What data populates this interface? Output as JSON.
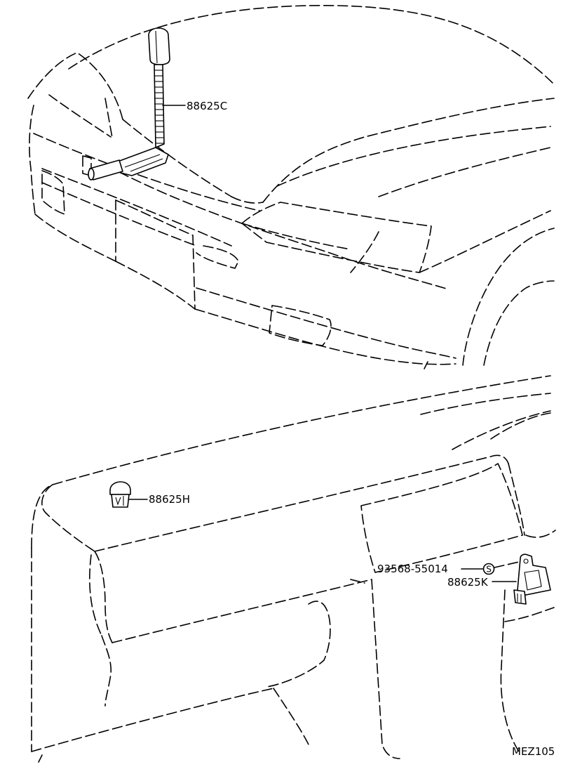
{
  "labels": {
    "part_c": "88625C",
    "part_h": "88625H",
    "part_screw": "93568-55014",
    "screw_symbol": "S",
    "part_k": "88625K",
    "figure_code": "MEZ105"
  }
}
